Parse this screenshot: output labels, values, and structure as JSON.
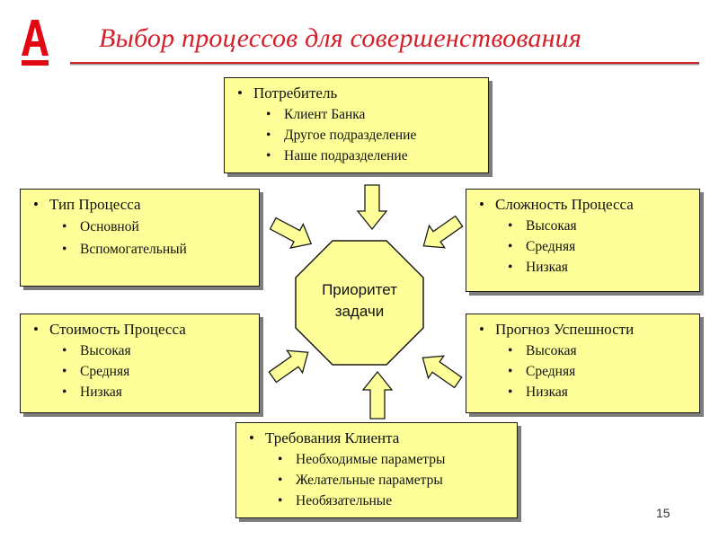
{
  "title": "Выбор процессов для совершенствования",
  "page_number": "15",
  "colors": {
    "title": "#d4202a",
    "box_fill": "#ffff99",
    "shadow": "#7d7d7d",
    "outline": "#1a1a1a"
  },
  "logo_icon": "alfa-bank-logo",
  "center": {
    "line1": "Приоритет",
    "line2": "задачи"
  },
  "boxes": {
    "consumer": {
      "head": "Потребитель",
      "items": [
        "Клиент Банка",
        "Другое подразделение",
        "Наше подразделение"
      ]
    },
    "type": {
      "head": "Тип Процесса",
      "items": [
        "Основной",
        "Вспомогательный"
      ]
    },
    "complexity": {
      "head": "Сложность Процесса",
      "items": [
        "Высокая",
        "Средняя",
        "Низкая"
      ]
    },
    "cost": {
      "head": "Стоимость Процесса",
      "items": [
        "Высокая",
        "Средняя",
        "Низкая"
      ]
    },
    "forecast": {
      "head": "Прогноз Успешности",
      "items": [
        "Высокая",
        "Средняя",
        "Низкая"
      ]
    },
    "requirements": {
      "head": "Требования Клиента",
      "items": [
        "Необходимые параметры",
        "Желательные параметры",
        "Необязательные"
      ]
    }
  }
}
